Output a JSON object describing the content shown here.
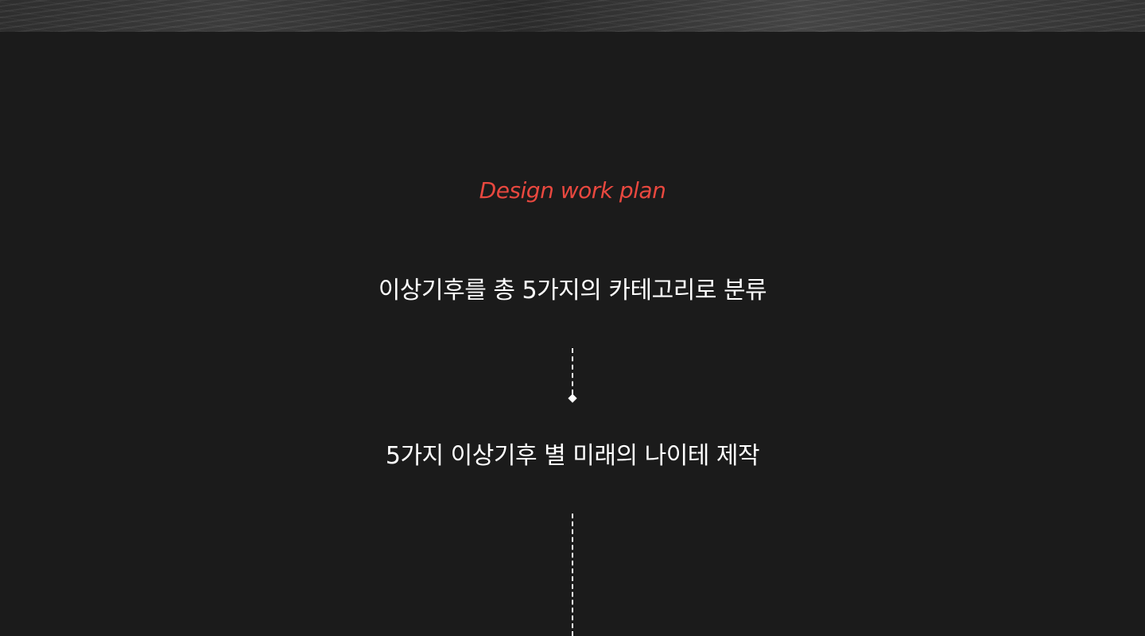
{
  "plan": {
    "label": "Design work plan",
    "steps": [
      "이상기후를 총 5가지의 카테고리로 분류",
      "5가지 이상기후 별 미래의 나이테 제작"
    ]
  },
  "colors": {
    "background": "#1b1b1b",
    "accent": "#e9483f",
    "text": "#ffffff"
  }
}
